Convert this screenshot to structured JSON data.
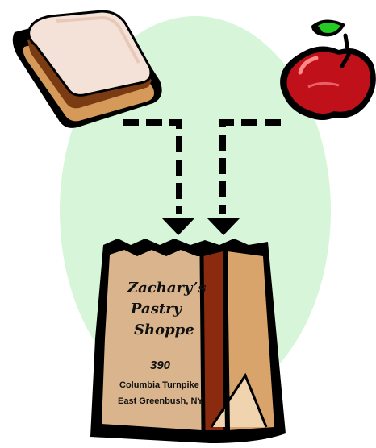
{
  "colors": {
    "background": "#ffffff",
    "oval": "#d7f5d9",
    "bag_front": "#d9b48c",
    "bag_side_dark": "#8a2a0e",
    "bag_side_light": "#d8a46c",
    "bag_outline": "#000000",
    "bread_crust": "#d59a5a",
    "bread_face": "#f4e2d8",
    "bread_filling": "#7a3a12",
    "apple_red": "#c0101a",
    "apple_leaf": "#22cc22",
    "arrow": "#000000"
  },
  "icons": {
    "sandwich": "sandwich-icon",
    "apple": "apple-icon",
    "bag": "paper-bag-icon",
    "arrows": "dashed-arrow-icon"
  },
  "bag": {
    "brand_line1": "Zachary’s",
    "brand_line2": "Pastry",
    "brand_line3": "Shoppe",
    "address_number": "390",
    "address_street": "Columbia Turnpike",
    "address_city": "East Greenbush, NY"
  }
}
